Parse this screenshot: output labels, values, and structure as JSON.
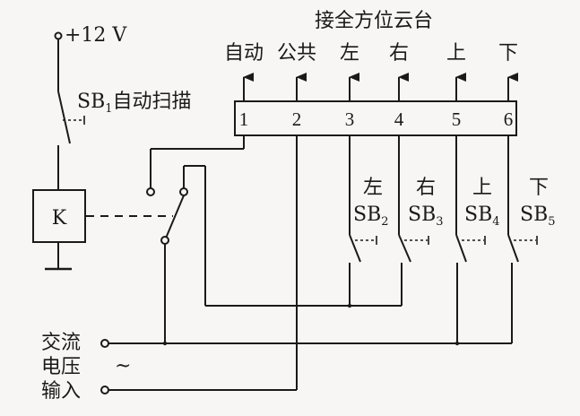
{
  "title": "接全方位云台",
  "terminal_functions": [
    "自动",
    "公共",
    "左",
    "右",
    "上",
    "下"
  ],
  "terminal_numbers": [
    "1",
    "2",
    "3",
    "4",
    "5",
    "6"
  ],
  "supply": "+12 V",
  "sb1": {
    "name": "SB",
    "sub": "1",
    "desc": "自动扫描"
  },
  "relay": "K",
  "switches": [
    {
      "top": "左",
      "name": "SB",
      "sub": "2"
    },
    {
      "top": "右",
      "name": "SB",
      "sub": "3"
    },
    {
      "top": "上",
      "name": "SB",
      "sub": "4"
    },
    {
      "top": "下",
      "name": "SB",
      "sub": "5"
    }
  ],
  "ac_input": {
    "line1": "交流",
    "line2": "电压",
    "line3": "输入",
    "symbol": "~"
  }
}
